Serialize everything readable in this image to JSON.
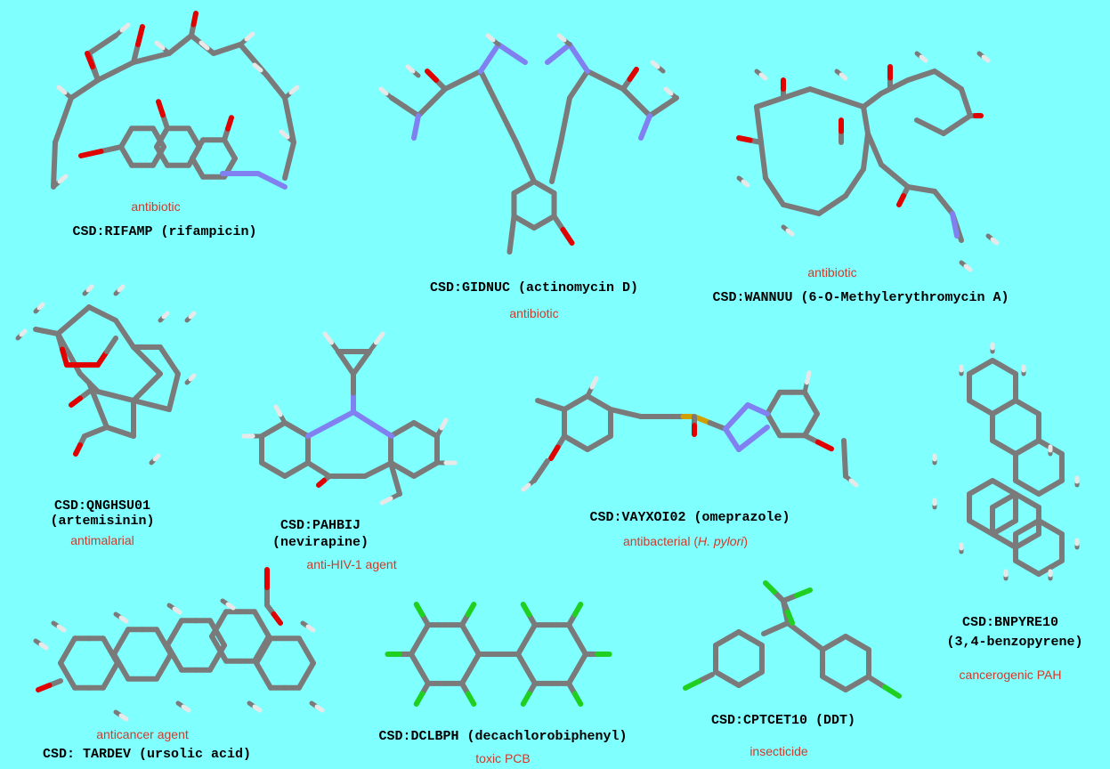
{
  "colors": {
    "background": "#80FFFF",
    "carbon": "#7A7A7A",
    "hydrogen": "#E8E8E8",
    "oxygen": "#E00000",
    "nitrogen": "#8080F0",
    "sulfur": "#D0A000",
    "chlorine": "#20D020",
    "activity_text": "#D03A2A"
  },
  "molecules": [
    {
      "id": "rifamp",
      "code": "CSD:RIFAMP (rifampicin)",
      "activity": "antibiotic"
    },
    {
      "id": "gidnuc",
      "code": "CSD:GIDNUC (actinomycin D)",
      "activity": "antibiotic"
    },
    {
      "id": "wannuu",
      "code": "CSD:WANNUU (6-O-Methylerythromycin A)",
      "activity": "antibiotic"
    },
    {
      "id": "qnghsu",
      "code": "CSD:QNGHSU01",
      "name": "(artemisinin)",
      "activity": "antimalarial"
    },
    {
      "id": "pahbij",
      "code": "CSD:PAHBIJ",
      "name": "(nevirapine)",
      "activity": "anti-HIV-1 agent"
    },
    {
      "id": "vayxoi",
      "code": "CSD:VAYXOI02 (omeprazole)",
      "activity_prefix": "antibacterial (",
      "activity_italic": "H. pylori",
      "activity_suffix": ")"
    },
    {
      "id": "bnpyre",
      "code": "CSD:BNPYRE10",
      "name": "(3,4-benzopyrene)",
      "activity": "cancerogenic PAH"
    },
    {
      "id": "tardev",
      "code": "CSD: TARDEV (ursolic acid)",
      "activity": "anticancer agent"
    },
    {
      "id": "dclbph",
      "code": "CSD:DCLBPH (decachlorobiphenyl)",
      "activity": "toxic PCB"
    },
    {
      "id": "cptcet",
      "code": "CSD:CPTCET10 (DDT)",
      "activity": "insecticide"
    }
  ]
}
